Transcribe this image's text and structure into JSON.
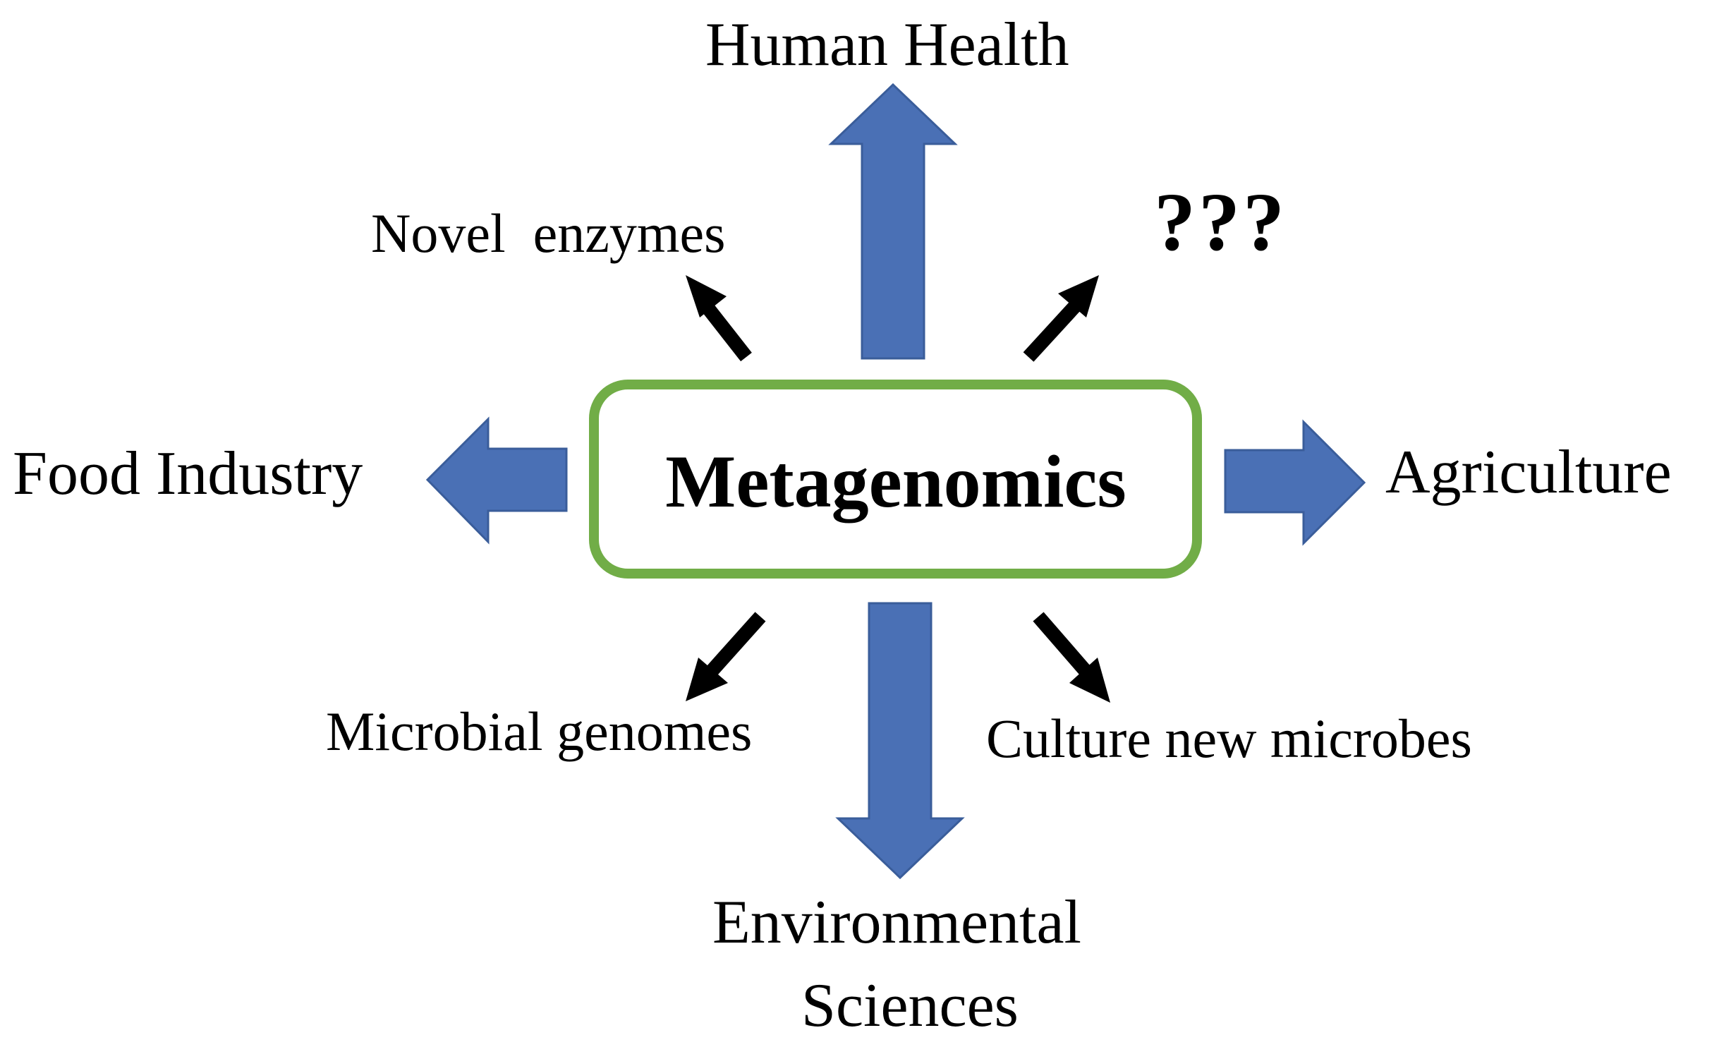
{
  "center": {
    "label": "Metagenomics"
  },
  "primary_outcomes": {
    "top": "Human Health",
    "left": "Food Industry",
    "right": "Agriculture",
    "bottom_line1": "Environmental",
    "bottom_line2": "Sciences"
  },
  "secondary_outcomes": {
    "top_left": "Novel  enzymes",
    "top_right": "???",
    "bottom_left": "Microbial genomes",
    "bottom_right": "Culture new microbes"
  },
  "colors": {
    "block_arrow_fill": "#4a70b5",
    "block_arrow_stroke": "#3a5d9a",
    "center_border": "#71ad47",
    "small_arrow": "#000000",
    "text": "#000000"
  }
}
